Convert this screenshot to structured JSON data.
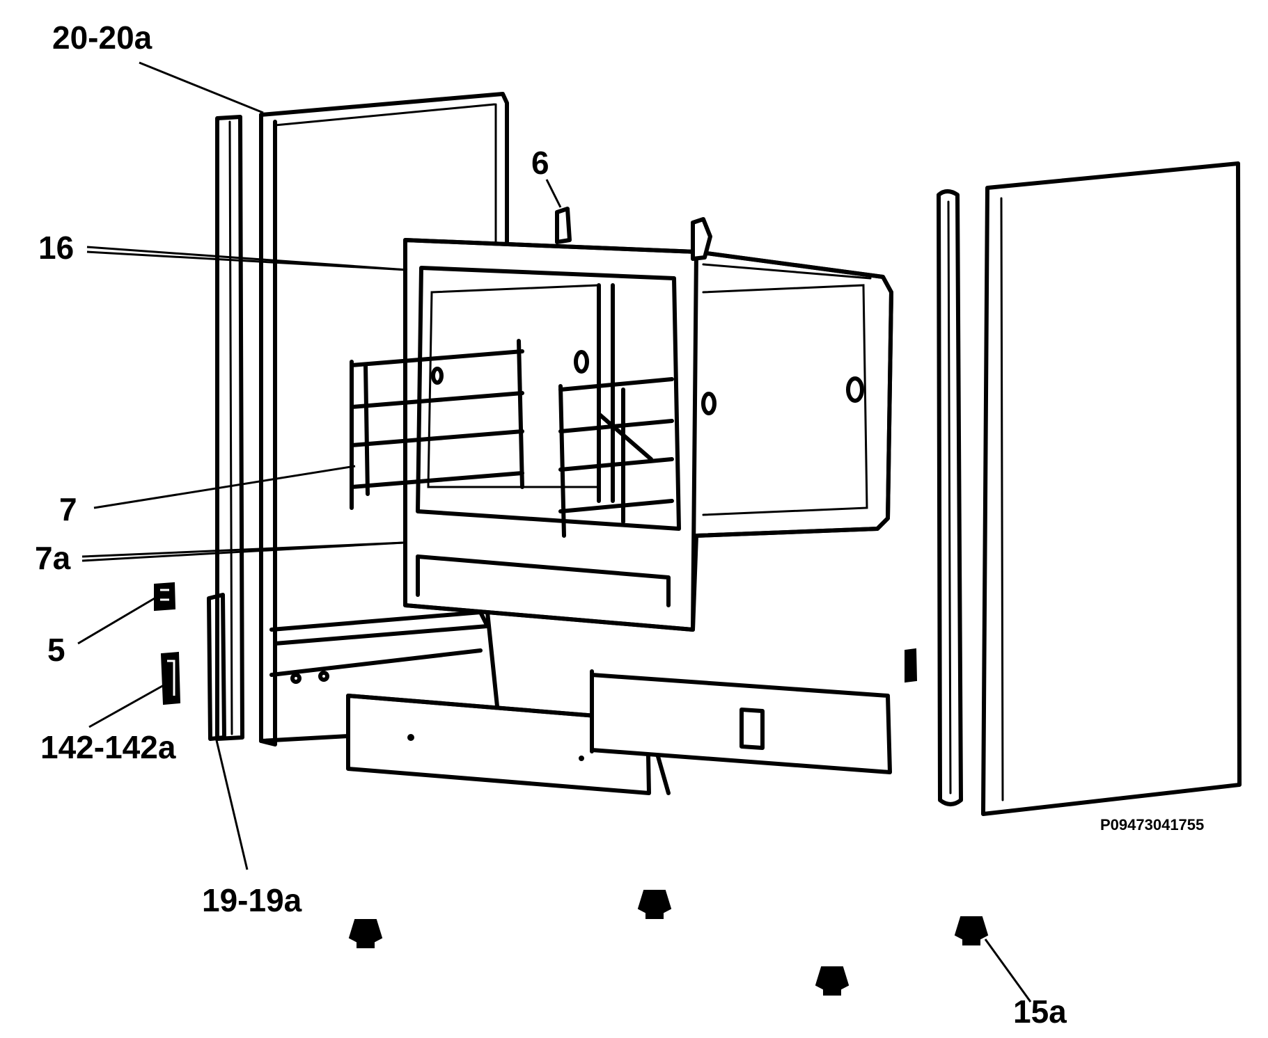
{
  "callouts": [
    {
      "id": "20-20a",
      "label": "20-20a"
    },
    {
      "id": "6",
      "label": "6"
    },
    {
      "id": "16",
      "label": "16"
    },
    {
      "id": "7",
      "label": "7"
    },
    {
      "id": "7a",
      "label": "7a"
    },
    {
      "id": "5",
      "label": "5"
    },
    {
      "id": "142-142a",
      "label": "142-142a"
    },
    {
      "id": "19-19a",
      "label": "19-19a"
    },
    {
      "id": "15a",
      "label": "15a"
    }
  ],
  "drawing_code": "P09473041755",
  "colors": {
    "line": "#000000",
    "background": "#ffffff"
  }
}
